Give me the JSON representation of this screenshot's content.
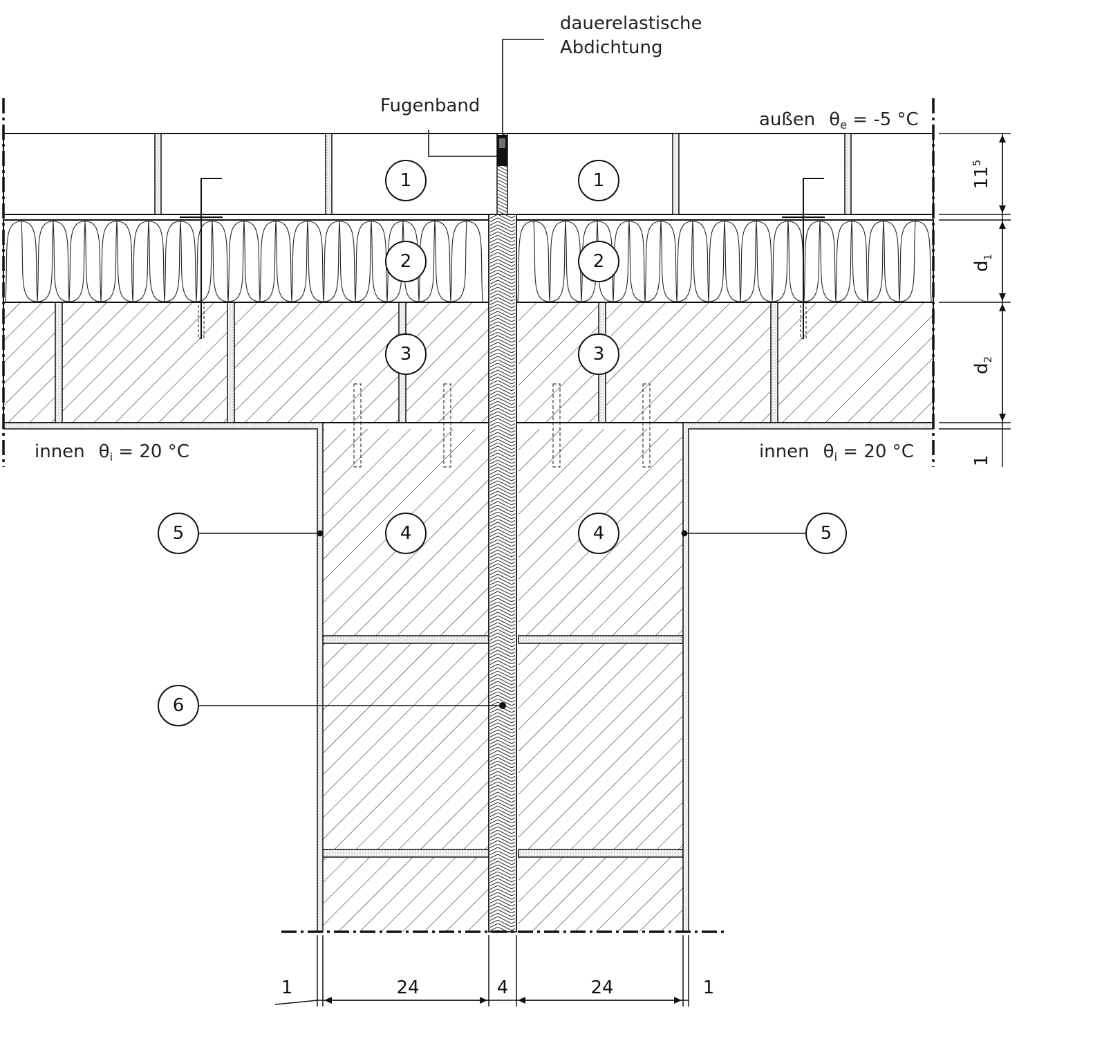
{
  "annotations": {
    "seal_line1": "dauerelastische",
    "seal_line2": "Abdichtung",
    "joint_tape": "Fugenband",
    "outside_label": "außen",
    "outside_theta": "θ",
    "outside_sub": "e",
    "outside_value": " = -5 °C",
    "inside_label": "innen",
    "inside_theta": "θ",
    "inside_sub": "i",
    "inside_value": " = 20 °C"
  },
  "markers": {
    "m1": "1",
    "m2": "2",
    "m3": "3",
    "m4": "4",
    "m5": "5",
    "m6": "6"
  },
  "dimensions": {
    "right": {
      "brick_main": "11",
      "brick_sup": "5",
      "insulation_main": "d",
      "insulation_sub": "1",
      "masonry_main": "d",
      "masonry_sub": "2",
      "plaster": "1"
    },
    "bottom": {
      "plaster_left": "1",
      "wall_left": "24",
      "joint": "4",
      "wall_right": "24",
      "plaster_right": "1"
    }
  }
}
